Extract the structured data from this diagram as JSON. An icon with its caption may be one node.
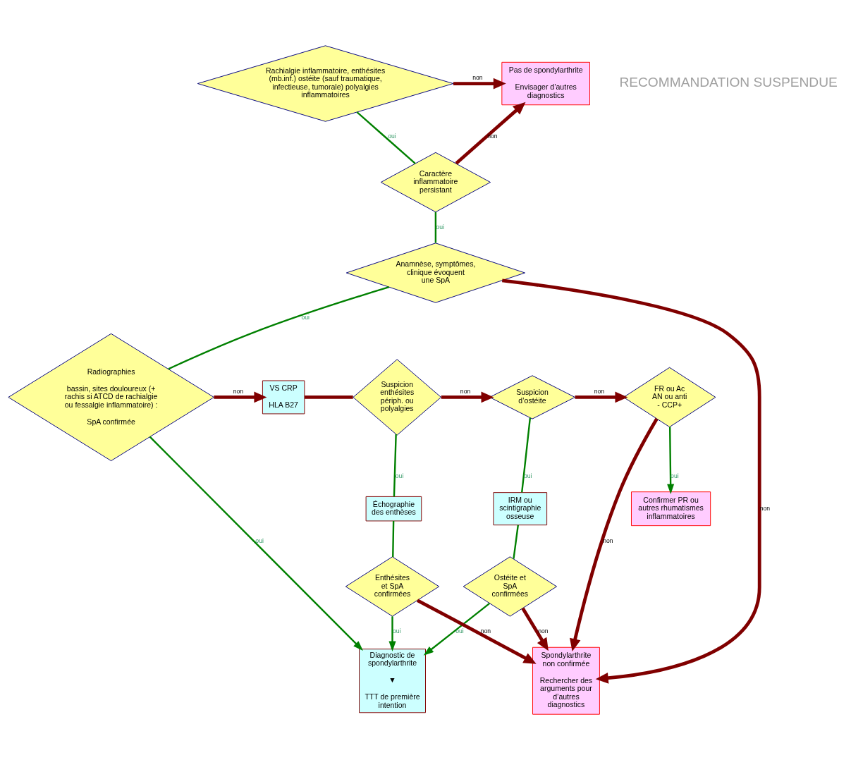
{
  "diagram": {
    "nodes": [
      {
        "text": [
          "Rachialgie inflammatoire, enthésites (mb.inf.) ostéite (sauf traumatique, infectieuse, tumorale) polyalgies inflammatoires"
        ]
      },
      {
        "text": [
          "Pas de spondylarthrite",
          "Envisager d’autres diagnostics"
        ]
      },
      {
        "text": [
          "Caractère inflammatoire persistant"
        ]
      },
      {
        "text": [
          "Anamnèse, symptômes, clinique évoquent une SpA"
        ]
      },
      {
        "text": [
          "Spondylarthrite non confirmée",
          "Rechercher des arguments pour d’autres diagnostics"
        ]
      },
      {
        "text": [
          "Radiographies",
          "bassin, sites douloureux (+ rachis si ATCD de rachialgie ou fessalgie inflammatoire) :",
          "SpA confirmée"
        ]
      },
      {
        "text": [
          "VS CRP",
          "HLA B27"
        ]
      },
      {
        "text": [
          "Suspicion enthésites périph. ou polyalgies"
        ]
      },
      {
        "text": [
          "Suspicion d’ostéite"
        ]
      },
      {
        "text": [
          "FR ou Ac AN ou anti - CCP+"
        ]
      },
      {
        "text": [
          "Échographie des enthèses"
        ]
      },
      {
        "text": [
          "IRM ou scintigraphie osseuse"
        ]
      },
      {
        "text": [
          "Confirmer PR ou autres rhumatismes inflammatoires"
        ]
      },
      {
        "text": [
          "Ostéite et SpA confirmées"
        ]
      },
      {
        "text": [
          "Enthésites et SpA confirmées"
        ]
      },
      {
        "text": [
          "Diagnostic de spondylarthrite",
          "▼",
          "TTT de première intention"
        ]
      }
    ],
    "edges": [
      {
        "from": 0,
        "to": 1,
        "arrow": "to",
        "label": "non",
        "style": "thick",
        "color": "#800000"
      },
      {
        "from": 0,
        "to": 2,
        "arrow": "none",
        "label": "oui"
      },
      {
        "from": 2,
        "to": 1,
        "arrow": "to",
        "label": "non",
        "style": "thick",
        "color": "#800000"
      },
      {
        "from": 2,
        "to": 3,
        "arrow": "none",
        "label": "oui"
      },
      {
        "from": 3,
        "to": 4,
        "arrow": "to",
        "label": "non",
        "style": "thick",
        "color": "#800000"
      },
      {
        "from": 3,
        "to": 5,
        "arrow": "none",
        "label": "oui"
      },
      {
        "from": 5,
        "to": 6,
        "arrow": "to",
        "label": "non",
        "style": "thick",
        "color": "#800000"
      },
      {
        "from": 5,
        "to": 15,
        "arrow": "to",
        "label": "oui"
      },
      {
        "from": 6,
        "to": 7,
        "arrow": "none",
        "style": "thick",
        "color": "#800000"
      },
      {
        "from": 7,
        "to": 8,
        "arrow": "to",
        "label": "non",
        "style": "thick",
        "color": "#800000"
      },
      {
        "from": 8,
        "to": 9,
        "arrow": "to",
        "label": "non",
        "style": "thick",
        "color": "#800000"
      },
      {
        "from": 9,
        "to": 4,
        "arrow": "to",
        "label": "non",
        "style": "thick",
        "color": "#800000"
      },
      {
        "from": 7,
        "to": 10,
        "arrow": "none",
        "label": "oui"
      },
      {
        "from": 8,
        "to": 11,
        "arrow": "none",
        "label": "oui"
      },
      {
        "from": 9,
        "to": 12,
        "arrow": "to",
        "label": "oui"
      },
      {
        "from": 10,
        "to": 14,
        "arrow": "none"
      },
      {
        "from": 11,
        "to": 13,
        "arrow": "none"
      },
      {
        "from": 13,
        "to": 4,
        "arrow": "to",
        "label": "non",
        "style": "thick",
        "color": "#800000"
      },
      {
        "from": 13,
        "to": 15,
        "arrow": "to",
        "label": "oui"
      },
      {
        "from": 14,
        "to": 4,
        "arrow": "to",
        "label": "non",
        "style": "thick",
        "color": "#800000"
      },
      {
        "from": 14,
        "to": 15,
        "arrow": "to",
        "label": "oui"
      }
    ],
    "labels": [
      "RECOMMANDATION SUSPENDUE"
    ]
  }
}
